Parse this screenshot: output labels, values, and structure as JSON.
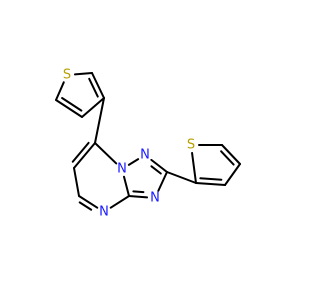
{
  "molecule": {
    "atom_labels": {
      "S_thiophen3yl": "S",
      "N1": "N",
      "N2": "N",
      "N3": "N",
      "N4": "N",
      "S_thiophen2yl": "S"
    },
    "colors": {
      "S": "#b8a000",
      "N": "#1a1aff",
      "bond": "#000000"
    }
  }
}
